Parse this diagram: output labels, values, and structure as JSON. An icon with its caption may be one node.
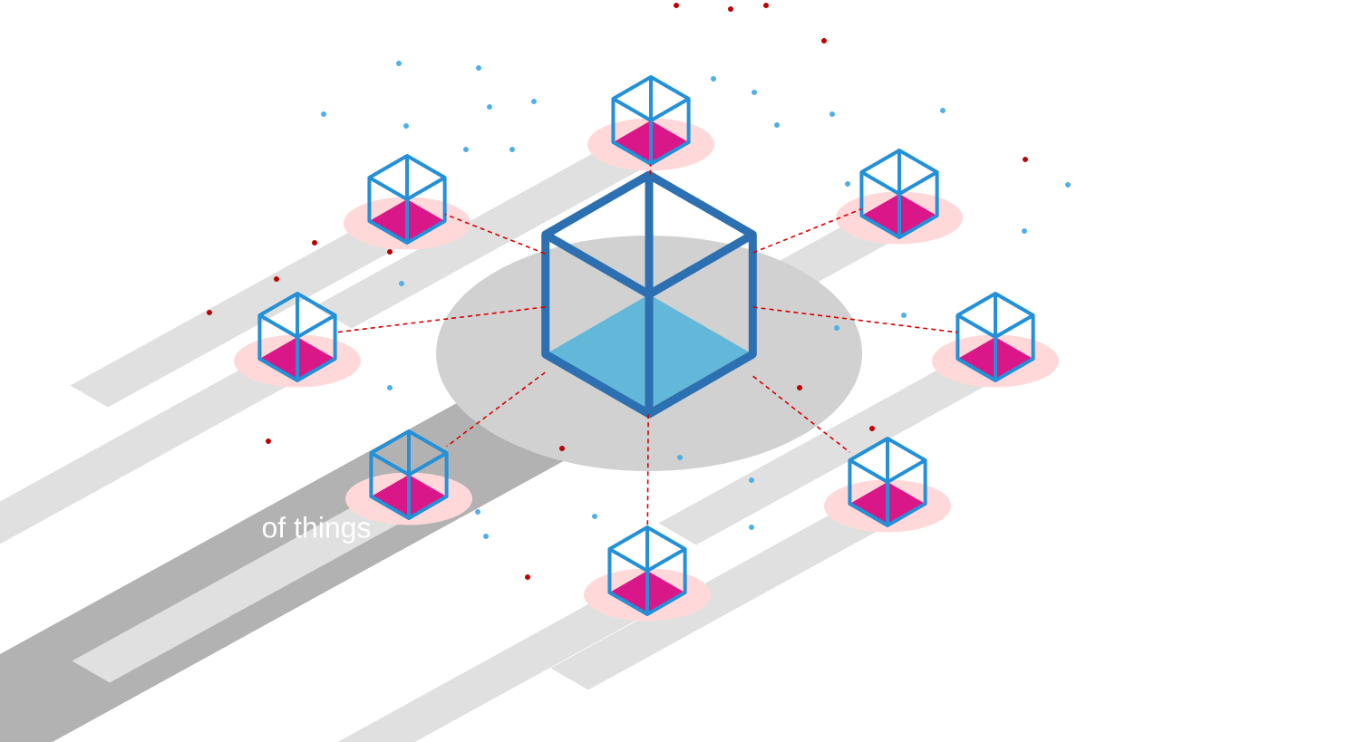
{
  "diagram": {
    "nodes": [
      {
        "text": [],
        "shape": "cube"
      },
      {
        "text": [],
        "shape": "cube"
      },
      {
        "text": [],
        "shape": "cube"
      },
      {
        "text": [],
        "shape": "cube"
      },
      {
        "text": [],
        "shape": "cube"
      },
      {
        "text": [],
        "shape": "cube"
      },
      {
        "text": [],
        "shape": "cube"
      },
      {
        "text": [],
        "shape": "cube"
      },
      {
        "text": [],
        "shape": "cube"
      }
    ],
    "edges": [
      {
        "from": 0,
        "to": 1,
        "arrow": "none",
        "style": "dashed"
      },
      {
        "from": 0,
        "to": 2,
        "arrow": "none",
        "style": "dashed"
      },
      {
        "from": 0,
        "to": 3,
        "arrow": "none",
        "style": "dashed"
      },
      {
        "from": 0,
        "to": 4,
        "arrow": "none",
        "style": "dashed"
      },
      {
        "from": 0,
        "to": 5,
        "arrow": "none",
        "style": "dashed"
      },
      {
        "from": 0,
        "to": 6,
        "arrow": "none",
        "style": "dashed"
      },
      {
        "from": 0,
        "to": 7,
        "arrow": "none",
        "style": "dashed"
      },
      {
        "from": 0,
        "to": 8,
        "arrow": "none",
        "style": "dashed"
      }
    ],
    "labels": [
      "of things"
    ]
  }
}
